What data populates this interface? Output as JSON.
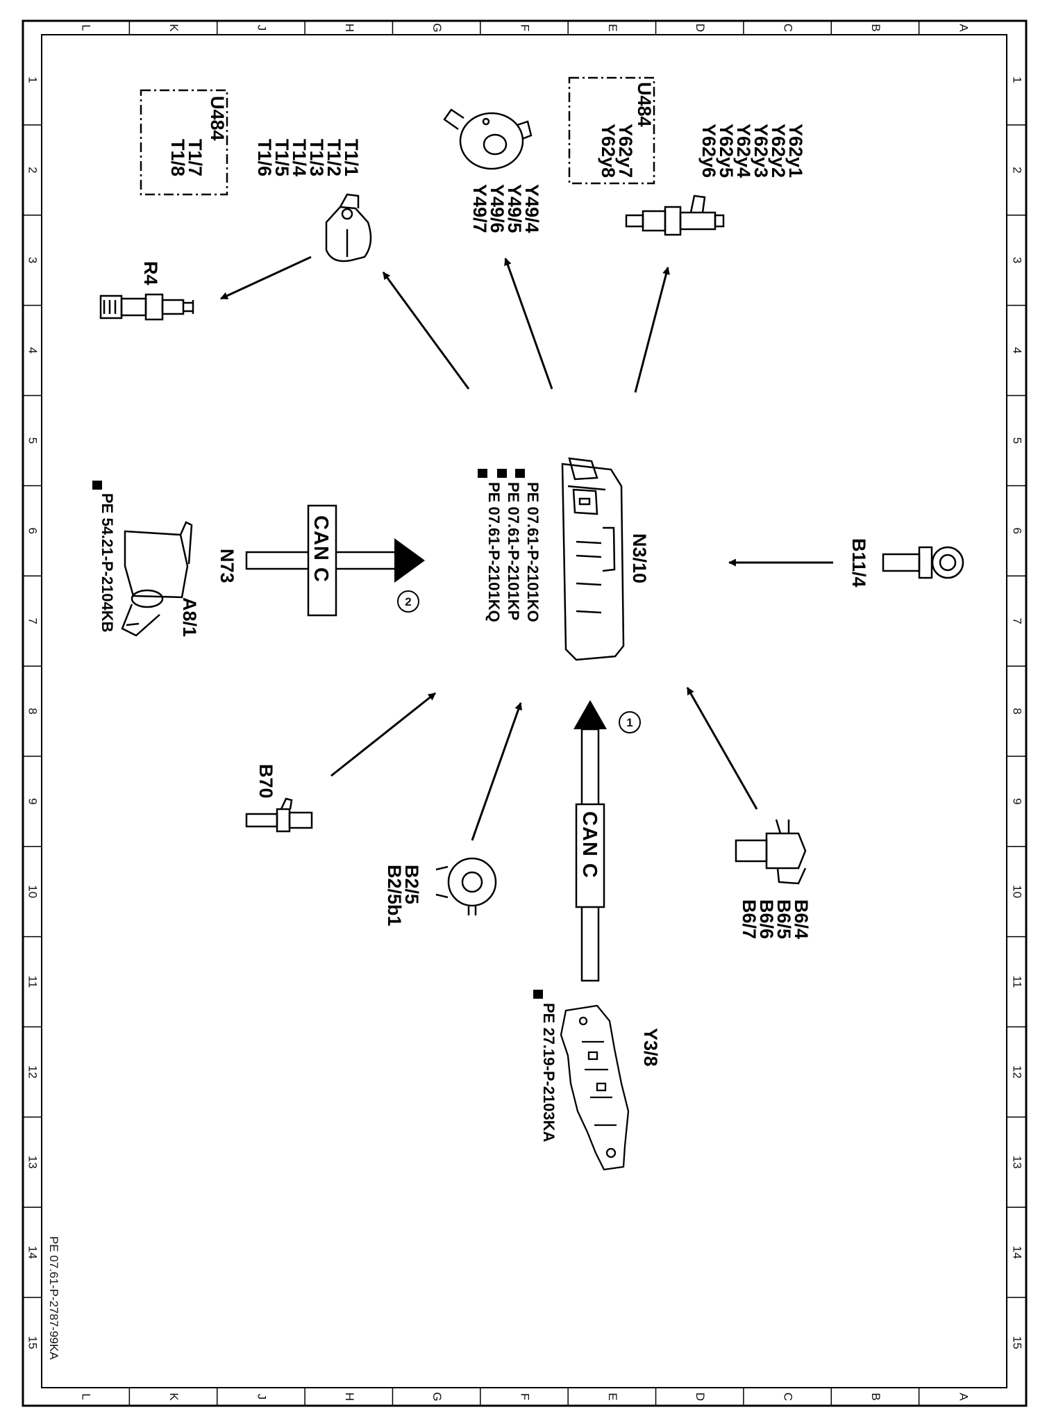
{
  "document_id": "PE 07.61-P-2787-99KA",
  "grid": {
    "letters": [
      "L",
      "K",
      "J",
      "H",
      "G",
      "F",
      "E",
      "D",
      "C",
      "B",
      "A"
    ],
    "numbers": [
      "1",
      "2",
      "3",
      "4",
      "5",
      "6",
      "7",
      "8",
      "9",
      "10",
      "11",
      "12",
      "13",
      "14",
      "15"
    ]
  },
  "control_unit": {
    "label": "N3/10",
    "refs": [
      "PE 07.61-P-2101KO",
      "PE 07.61-P-2101KP",
      "PE 07.61-P-2101KQ"
    ]
  },
  "components": {
    "spark_plug": {
      "label": "R4"
    },
    "ignition_coil": {
      "labels": [
        "T1/1",
        "T1/2",
        "T1/3",
        "T1/4",
        "T1/5",
        "T1/6"
      ]
    },
    "coil_variant_box": {
      "labels": [
        "U484",
        "T1/7",
        "T1/8"
      ]
    },
    "camshaft_solenoid": {
      "labels": [
        "Y49/4",
        "Y49/5",
        "Y49/6",
        "Y49/7"
      ]
    },
    "injector": {
      "labels": [
        "Y62y1",
        "Y62y2",
        "Y62y3",
        "Y62y4",
        "Y62y5",
        "Y62y6"
      ]
    },
    "injector_variant_box": {
      "labels": [
        "U484",
        "Y62y7",
        "Y62y8"
      ]
    },
    "electronic_ignition_lock": {
      "labels": [
        "N73",
        "A8/1"
      ],
      "ref": "PE 54.21-P-2104KB"
    },
    "coolant_temp_sensor": {
      "label": "B11/4"
    },
    "crankshaft_sensor": {
      "label": "B70"
    },
    "air_mass_sensor": {
      "labels": [
        "B2/5",
        "B2/5b1"
      ]
    },
    "hall_sensors": {
      "labels": [
        "B6/4",
        "B6/5",
        "B6/6",
        "B6/7"
      ]
    },
    "transmission_control": {
      "label": "Y3/8",
      "ref": "PE 27.19-P-2103KA"
    }
  },
  "can_links": [
    {
      "label": "CAN C",
      "marker": "2"
    },
    {
      "label": "CAN C",
      "marker": "1"
    }
  ]
}
